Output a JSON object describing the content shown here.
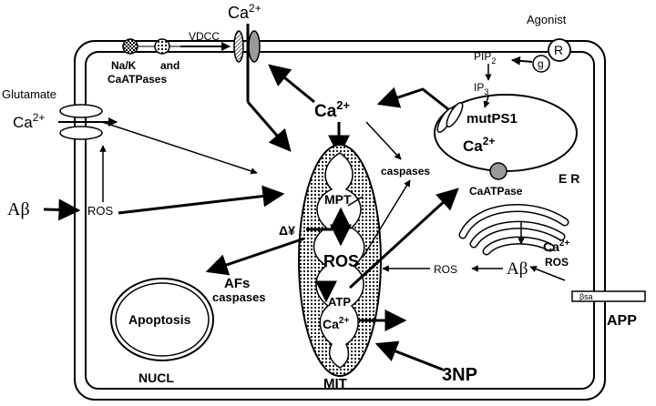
{
  "labels": {
    "agonist": "Agonist",
    "receptor": "R",
    "gprotein": "g",
    "pip2": "PIP",
    "pip2_sub": "2",
    "ip3": "IP",
    "ip3_sub": "3",
    "ca_top": "Ca",
    "ca_top_sup": "2+",
    "vdcc": "VDCC",
    "nak_line1": "Na/K",
    "nak_and": "and",
    "nak_line2": "CaATPases",
    "glutamate": "Glutamate",
    "ca_glu": "Ca",
    "ca_glu_sup": "2+",
    "abeta_left": "Aβ",
    "ros_left": "ROS",
    "ca_center": "Ca",
    "ca_center_sup": "2+",
    "caspases_top": "caspases",
    "mutps1": "mutPS1",
    "ca_er": "Ca",
    "ca_er_sup": "2+",
    "er": "E R",
    "caatpase_er": "CaATPase",
    "mpt": "MPT",
    "ros_mit": "ROS",
    "delta_psi": "Δ¥",
    "afs": "AFs",
    "caspases_afs": "caspases",
    "atp": "ATP",
    "ca_mit": "Ca",
    "ca_mit_sup": "2+",
    "mit": "MIT",
    "apoptosis": "Apoptosis",
    "nucl": "NUCL",
    "ros_right": "ROS",
    "abeta_right": "Aβ",
    "ca_golgi": "Ca",
    "ca_golgi_sup": "2+",
    "ros_golgi": "ROS",
    "secretase": "βsa",
    "app": "APP",
    "threenp": "3NP"
  }
}
